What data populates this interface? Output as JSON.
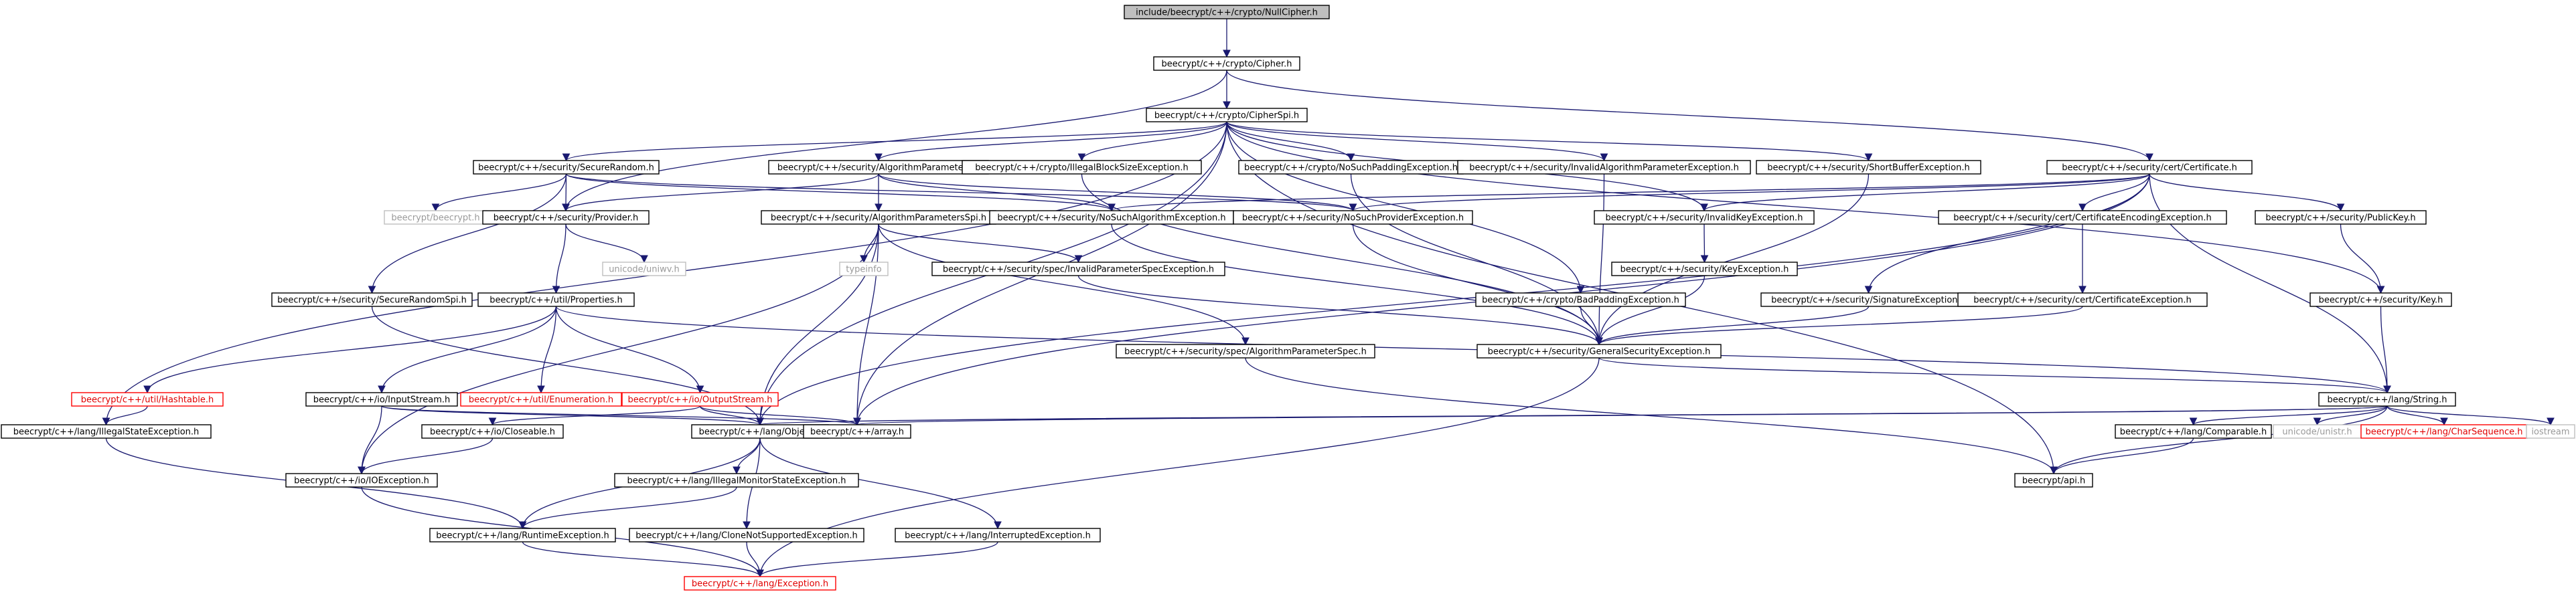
{
  "diagram": {
    "nodes": [
      {
        "id": "root",
        "label": "include/beecrypt/c++/crypto/NullCipher.h",
        "style": "root"
      },
      {
        "id": "cipher",
        "label": "beecrypt/c++/crypto/Cipher.h",
        "style": "normal"
      },
      {
        "id": "cipherspi",
        "label": "beecrypt/c++/crypto/CipherSpi.h",
        "style": "normal"
      },
      {
        "id": "securerandom",
        "label": "beecrypt/c++/security/SecureRandom.h",
        "style": "normal"
      },
      {
        "id": "algparams",
        "label": "beecrypt/c++/security/AlgorithmParameters.h",
        "style": "normal"
      },
      {
        "id": "illegalblock",
        "label": "beecrypt/c++/crypto/IllegalBlockSizeException.h",
        "style": "normal"
      },
      {
        "id": "nosuchpadding",
        "label": "beecrypt/c++/crypto/NoSuchPaddingException.h",
        "style": "normal"
      },
      {
        "id": "invalidalgparam",
        "label": "beecrypt/c++/security/InvalidAlgorithmParameterException.h",
        "style": "normal"
      },
      {
        "id": "shortbuffer",
        "label": "beecrypt/c++/security/ShortBufferException.h",
        "style": "normal"
      },
      {
        "id": "certificate",
        "label": "beecrypt/c++/security/cert/Certificate.h",
        "style": "normal"
      },
      {
        "id": "beecrypth",
        "label": "beecrypt/beecrypt.h",
        "style": "gray"
      },
      {
        "id": "provider",
        "label": "beecrypt/c++/security/Provider.h",
        "style": "normal"
      },
      {
        "id": "algparamsspi",
        "label": "beecrypt/c++/security/AlgorithmParametersSpi.h",
        "style": "normal"
      },
      {
        "id": "nosuchalg",
        "label": "beecrypt/c++/security/NoSuchAlgorithmException.h",
        "style": "normal"
      },
      {
        "id": "nosuchprov",
        "label": "beecrypt/c++/security/NoSuchProviderException.h",
        "style": "normal"
      },
      {
        "id": "invalidkey",
        "label": "beecrypt/c++/security/InvalidKeyException.h",
        "style": "normal"
      },
      {
        "id": "certencoding",
        "label": "beecrypt/c++/security/cert/CertificateEncodingException.h",
        "style": "normal"
      },
      {
        "id": "publickey",
        "label": "beecrypt/c++/security/PublicKey.h",
        "style": "normal"
      },
      {
        "id": "unicodeuniv",
        "label": "unicode/uniwv.h",
        "style": "gray"
      },
      {
        "id": "typeinfo",
        "label": "typeinfo",
        "style": "gray"
      },
      {
        "id": "invalidparamspec",
        "label": "beecrypt/c++/security/spec/InvalidParameterSpecException.h",
        "style": "normal"
      },
      {
        "id": "badpadding",
        "label": "beecrypt/c++/crypto/BadPaddingException.h",
        "style": "normal"
      },
      {
        "id": "keyexc",
        "label": "beecrypt/c++/security/KeyException.h",
        "style": "normal"
      },
      {
        "id": "signatureexc",
        "label": "beecrypt/c++/security/SignatureException.h",
        "style": "normal"
      },
      {
        "id": "certexc",
        "label": "beecrypt/c++/security/cert/CertificateException.h",
        "style": "normal"
      },
      {
        "id": "key",
        "label": "beecrypt/c++/security/Key.h",
        "style": "normal"
      },
      {
        "id": "securerandomspi",
        "label": "beecrypt/c++/security/SecureRandomSpi.h",
        "style": "normal"
      },
      {
        "id": "properties",
        "label": "beecrypt/c++/util/Properties.h",
        "style": "normal"
      },
      {
        "id": "algparamspec",
        "label": "beecrypt/c++/security/spec/AlgorithmParameterSpec.h",
        "style": "normal"
      },
      {
        "id": "gensecexc",
        "label": "beecrypt/c++/security/GeneralSecurityException.h",
        "style": "normal"
      },
      {
        "id": "hashtable",
        "label": "beecrypt/c++/util/Hashtable.h",
        "style": "red"
      },
      {
        "id": "inputstream",
        "label": "beecrypt/c++/io/InputStream.h",
        "style": "normal"
      },
      {
        "id": "enumeration",
        "label": "beecrypt/c++/util/Enumeration.h",
        "style": "red"
      },
      {
        "id": "outputstream",
        "label": "beecrypt/c++/io/OutputStream.h",
        "style": "red"
      },
      {
        "id": "string",
        "label": "beecrypt/c++/lang/String.h",
        "style": "normal"
      },
      {
        "id": "illegalstate",
        "label": "beecrypt/c++/lang/IllegalStateException.h",
        "style": "normal"
      },
      {
        "id": "closeable",
        "label": "beecrypt/c++/io/Closeable.h",
        "style": "normal"
      },
      {
        "id": "object",
        "label": "beecrypt/c++/lang/Object.h",
        "style": "normal"
      },
      {
        "id": "array",
        "label": "beecrypt/c++/array.h",
        "style": "normal"
      },
      {
        "id": "comparable",
        "label": "beecrypt/c++/lang/Comparable.h",
        "style": "normal"
      },
      {
        "id": "unistr",
        "label": "unicode/unistr.h",
        "style": "gray"
      },
      {
        "id": "charsequence",
        "label": "beecrypt/c++/lang/CharSequence.h",
        "style": "red"
      },
      {
        "id": "iostream",
        "label": "iostream",
        "style": "gray"
      },
      {
        "id": "ioexc",
        "label": "beecrypt/c++/io/IOException.h",
        "style": "normal"
      },
      {
        "id": "illegalmonitor",
        "label": "beecrypt/c++/lang/IllegalMonitorStateException.h",
        "style": "normal"
      },
      {
        "id": "apih",
        "label": "beecrypt/api.h",
        "style": "normal"
      },
      {
        "id": "runtimeexc",
        "label": "beecrypt/c++/lang/RuntimeException.h",
        "style": "normal"
      },
      {
        "id": "clonenotsupp",
        "label": "beecrypt/c++/lang/CloneNotSupportedException.h",
        "style": "normal"
      },
      {
        "id": "interrupted",
        "label": "beecrypt/c++/lang/InterruptedException.h",
        "style": "normal"
      },
      {
        "id": "exception",
        "label": "beecrypt/c++/lang/Exception.h",
        "style": "red"
      }
    ],
    "edges": [
      [
        "root",
        "cipher"
      ],
      [
        "cipher",
        "cipherspi"
      ],
      [
        "cipher",
        "certificate"
      ],
      [
        "cipher",
        "provider"
      ],
      [
        "cipherspi",
        "securerandom"
      ],
      [
        "cipherspi",
        "algparams"
      ],
      [
        "cipherspi",
        "illegalblock"
      ],
      [
        "cipherspi",
        "nosuchpadding"
      ],
      [
        "cipherspi",
        "invalidalgparam"
      ],
      [
        "cipherspi",
        "shortbuffer"
      ],
      [
        "cipherspi",
        "invalidkey"
      ],
      [
        "cipherspi",
        "badpadding"
      ],
      [
        "cipherspi",
        "key"
      ],
      [
        "cipherspi",
        "illegalstate"
      ],
      [
        "cipherspi",
        "object"
      ],
      [
        "cipherspi",
        "array"
      ],
      [
        "cipherspi",
        "apih"
      ],
      [
        "securerandom",
        "beecrypth"
      ],
      [
        "securerandom",
        "provider"
      ],
      [
        "securerandom",
        "securerandomspi"
      ],
      [
        "securerandom",
        "nosuchalg"
      ],
      [
        "securerandom",
        "nosuchprov"
      ],
      [
        "algparams",
        "algparamsspi"
      ],
      [
        "algparams",
        "provider"
      ],
      [
        "algparams",
        "nosuchalg"
      ],
      [
        "algparams",
        "nosuchprov"
      ],
      [
        "illegalblock",
        "gensecexc"
      ],
      [
        "nosuchpadding",
        "gensecexc"
      ],
      [
        "invalidalgparam",
        "gensecexc"
      ],
      [
        "shortbuffer",
        "gensecexc"
      ],
      [
        "certificate",
        "nosuchalg"
      ],
      [
        "certificate",
        "nosuchprov"
      ],
      [
        "certificate",
        "invalidkey"
      ],
      [
        "certificate",
        "certencoding"
      ],
      [
        "certificate",
        "publickey"
      ],
      [
        "certificate",
        "signatureexc"
      ],
      [
        "certificate",
        "array"
      ],
      [
        "certificate",
        "string"
      ],
      [
        "certificate",
        "object"
      ],
      [
        "provider",
        "unicodeuniv"
      ],
      [
        "provider",
        "properties"
      ],
      [
        "algparamsspi",
        "typeinfo"
      ],
      [
        "algparamsspi",
        "invalidparamspec"
      ],
      [
        "algparamsspi",
        "algparamspec"
      ],
      [
        "algparamsspi",
        "ioexc"
      ],
      [
        "algparamsspi",
        "array"
      ],
      [
        "algparamsspi",
        "object"
      ],
      [
        "nosuchalg",
        "gensecexc"
      ],
      [
        "nosuchprov",
        "gensecexc"
      ],
      [
        "invalidkey",
        "keyexc"
      ],
      [
        "keyexc",
        "gensecexc"
      ],
      [
        "certencoding",
        "certexc"
      ],
      [
        "certexc",
        "gensecexc"
      ],
      [
        "signatureexc",
        "gensecexc"
      ],
      [
        "publickey",
        "key"
      ],
      [
        "key",
        "string"
      ],
      [
        "invalidparamspec",
        "gensecexc"
      ],
      [
        "badpadding",
        "gensecexc"
      ],
      [
        "securerandomspi",
        "object"
      ],
      [
        "properties",
        "hashtable"
      ],
      [
        "properties",
        "inputstream"
      ],
      [
        "properties",
        "enumeration"
      ],
      [
        "properties",
        "outputstream"
      ],
      [
        "properties",
        "string"
      ],
      [
        "algparamspec",
        "apih"
      ],
      [
        "gensecexc",
        "exception"
      ],
      [
        "gensecexc",
        "string"
      ],
      [
        "hashtable",
        "illegalstate"
      ],
      [
        "inputstream",
        "object"
      ],
      [
        "inputstream",
        "ioexc"
      ],
      [
        "inputstream",
        "array"
      ],
      [
        "outputstream",
        "closeable"
      ],
      [
        "outputstream",
        "object"
      ],
      [
        "outputstream",
        "array"
      ],
      [
        "string",
        "object"
      ],
      [
        "string",
        "array"
      ],
      [
        "string",
        "comparable"
      ],
      [
        "string",
        "unistr"
      ],
      [
        "string",
        "charsequence"
      ],
      [
        "string",
        "iostream"
      ],
      [
        "string",
        "apih"
      ],
      [
        "comparable",
        "apih"
      ],
      [
        "illegalstate",
        "runtimeexc"
      ],
      [
        "closeable",
        "ioexc"
      ],
      [
        "ioexc",
        "exception"
      ],
      [
        "object",
        "illegalmonitor"
      ],
      [
        "object",
        "runtimeexc"
      ],
      [
        "object",
        "clonenotsupp"
      ],
      [
        "object",
        "interrupted"
      ],
      [
        "illegalmonitor",
        "runtimeexc"
      ],
      [
        "runtimeexc",
        "exception"
      ],
      [
        "clonenotsupp",
        "exception"
      ],
      [
        "interrupted",
        "exception"
      ]
    ]
  }
}
